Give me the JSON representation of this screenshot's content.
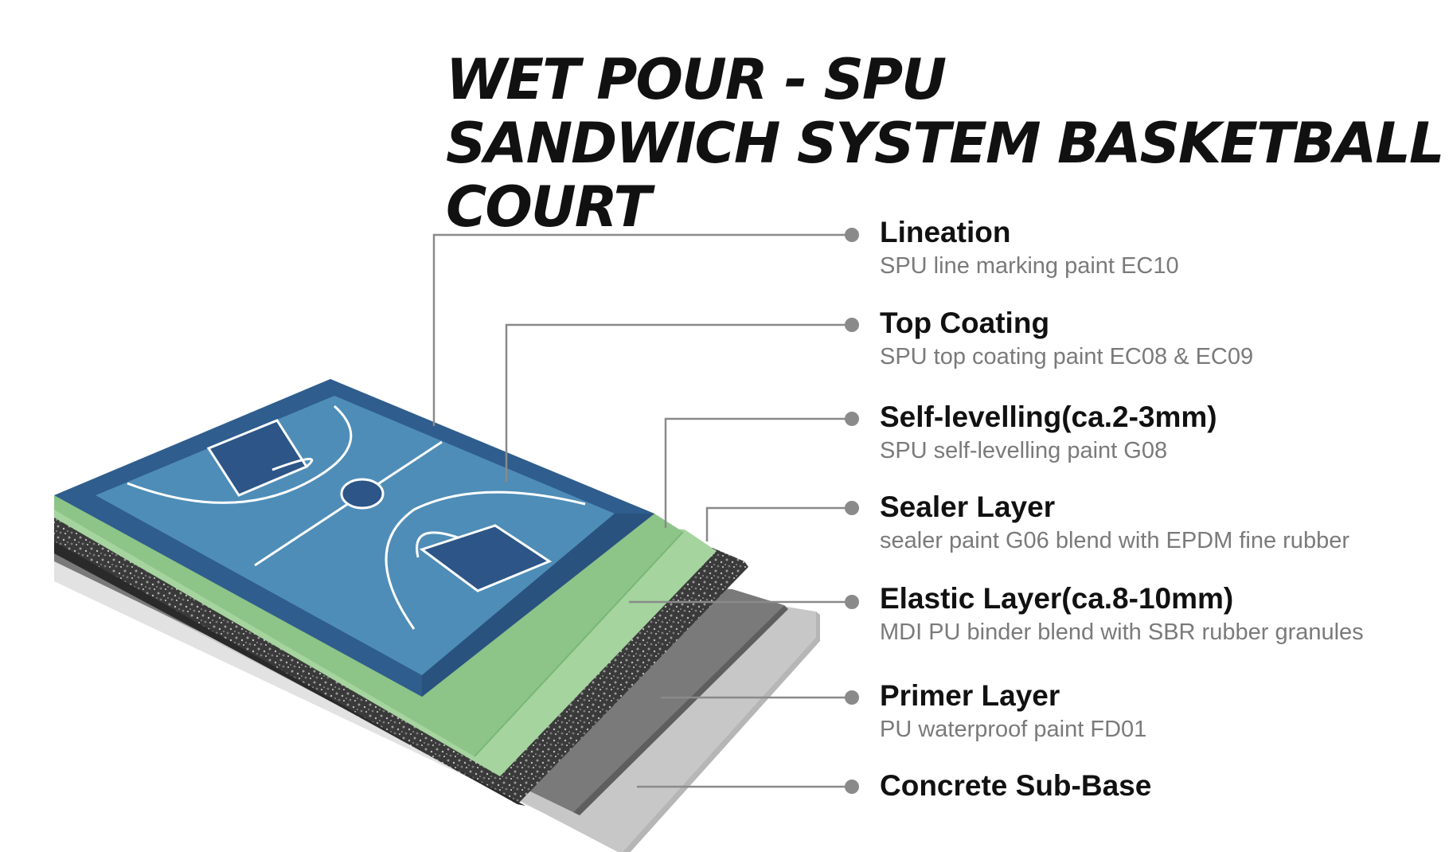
{
  "title": {
    "line1": "WET POUR - SPU",
    "line2": "SANDWICH SYSTEM BASKETBALL COURT"
  },
  "colors": {
    "court_border": "#2f5d8d",
    "court_surface": "#4e8db7",
    "court_key": "#2d5587",
    "self_levelling": "#8dc488",
    "sealer": "#a5d49e",
    "elastic": "#3a3a3a",
    "primer": "#7a7a7a",
    "concrete": "#c7c7c7",
    "leader": "#8a8a8a"
  },
  "layers": [
    {
      "name": "Lineation",
      "desc": "SPU line marking paint EC10"
    },
    {
      "name": "Top Coating",
      "desc": "SPU top coating paint EC08 & EC09"
    },
    {
      "name": "Self-levelling(ca.2-3mm)",
      "desc": "SPU self-levelling paint G08"
    },
    {
      "name": "Sealer Layer",
      "desc": "sealer paint G06 blend with EPDM fine rubber"
    },
    {
      "name": "Elastic Layer(ca.8-10mm)",
      "desc": "MDI PU binder blend with SBR rubber granules"
    },
    {
      "name": "Primer Layer",
      "desc": "PU waterproof paint FD01"
    },
    {
      "name": "Concrete Sub-Base",
      "desc": ""
    }
  ]
}
